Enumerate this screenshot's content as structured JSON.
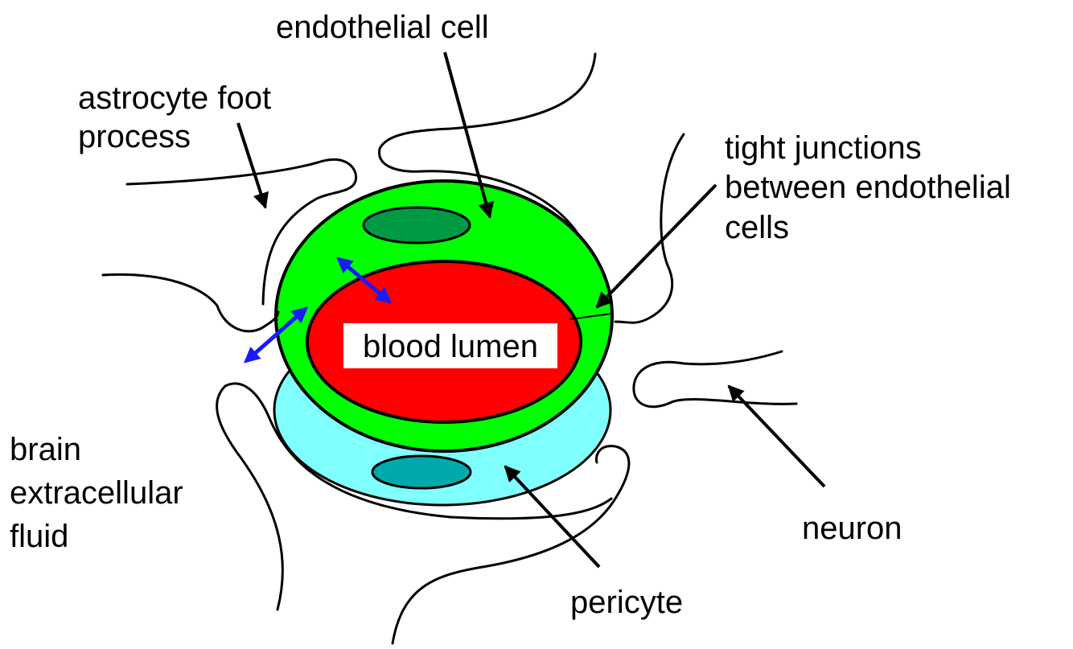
{
  "labels": {
    "endothelial_cell": "endothelial cell",
    "astrocyte_line1": "astrocyte foot",
    "astrocyte_line2": "process",
    "tight_line1": "tight junctions",
    "tight_line2": "between endothelial",
    "tight_line3": "cells",
    "blood_lumen": "blood lumen",
    "brain_line1": "brain",
    "brain_line2": "extracellular",
    "brain_line3": "fluid",
    "neuron": "neuron",
    "pericyte": "pericyte"
  },
  "colors": {
    "endothelium": "#00ff00",
    "endothelial_nucleus": "#009944",
    "lumen": "#ff0000",
    "pericyte": "#80ffff",
    "pericyte_nucleus": "#00aaaa",
    "transport_arrow": "#1a1aff",
    "outline": "#000000"
  }
}
